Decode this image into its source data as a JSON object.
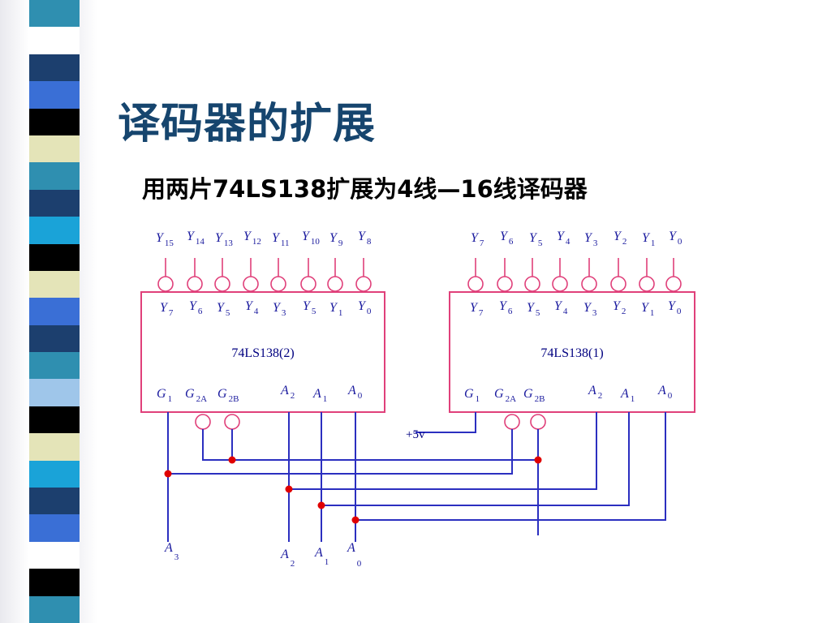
{
  "title": "译码器的扩展",
  "subtitle": "用两片74LS138扩展为4线—16线译码器",
  "colors": {
    "title": "#16456e",
    "chip_border": "#e0407a",
    "wire": "#2b2fc0",
    "junction": "#e00000",
    "pin_label": "#1a1a9e",
    "chip_label": "#000080"
  },
  "strip_colors": [
    "#2f8fb0",
    "#ffffff",
    "#1c3f6e",
    "#3a6fd6",
    "#000000",
    "#e4e4b8",
    "#2f8fb0",
    "#1c3f6e",
    "#1aa3d8",
    "#000000",
    "#e4e4b8",
    "#3a6fd6",
    "#1c3f6e",
    "#2f8fb0",
    "#9fc6ea",
    "#000000",
    "#e4e4b8",
    "#1aa3d8",
    "#1c3f6e",
    "#3a6fd6",
    "#ffffff",
    "#000000",
    "#2f8fb0"
  ],
  "chips": [
    {
      "id": "chip2",
      "label": "74LS138(2)",
      "outputs_outer": [
        {
          "s": "Y",
          "sub": "15"
        },
        {
          "s": "Y",
          "sub": "14"
        },
        {
          "s": "Y",
          "sub": "13"
        },
        {
          "s": "Y",
          "sub": "12"
        },
        {
          "s": "Y",
          "sub": "11"
        },
        {
          "s": "Y",
          "sub": "10"
        },
        {
          "s": "Y",
          "sub": "9"
        },
        {
          "s": "Y",
          "sub": "8"
        }
      ],
      "outputs_inner": [
        {
          "s": "Y",
          "sub": "7"
        },
        {
          "s": "Y",
          "sub": "6"
        },
        {
          "s": "Y",
          "sub": "5"
        },
        {
          "s": "Y",
          "sub": "4"
        },
        {
          "s": "Y",
          "sub": "3"
        },
        {
          "s": "Y",
          "sub": "5"
        },
        {
          "s": "Y",
          "sub": "1"
        },
        {
          "s": "Y",
          "sub": "0"
        }
      ],
      "inputs": [
        {
          "s": "G",
          "sub": "1"
        },
        {
          "s": "G",
          "sub": "2A"
        },
        {
          "s": "G",
          "sub": "2B"
        },
        {
          "s": "A",
          "sub": "2"
        },
        {
          "s": "A",
          "sub": "1"
        },
        {
          "s": "A",
          "sub": "0"
        }
      ]
    },
    {
      "id": "chip1",
      "label": "74LS138(1)",
      "outputs_outer": [
        {
          "s": "Y",
          "sub": "7"
        },
        {
          "s": "Y",
          "sub": "6"
        },
        {
          "s": "Y",
          "sub": "5"
        },
        {
          "s": "Y",
          "sub": "4"
        },
        {
          "s": "Y",
          "sub": "3"
        },
        {
          "s": "Y",
          "sub": "2"
        },
        {
          "s": "Y",
          "sub": "1"
        },
        {
          "s": "Y",
          "sub": "0"
        }
      ],
      "outputs_inner": [
        {
          "s": "Y",
          "sub": "7"
        },
        {
          "s": "Y",
          "sub": "6"
        },
        {
          "s": "Y",
          "sub": "5"
        },
        {
          "s": "Y",
          "sub": "4"
        },
        {
          "s": "Y",
          "sub": "3"
        },
        {
          "s": "Y",
          "sub": "2"
        },
        {
          "s": "Y",
          "sub": "1"
        },
        {
          "s": "Y",
          "sub": "0"
        }
      ],
      "inputs": [
        {
          "s": "G",
          "sub": "1"
        },
        {
          "s": "G",
          "sub": "2A"
        },
        {
          "s": "G",
          "sub": "2B"
        },
        {
          "s": "A",
          "sub": "2"
        },
        {
          "s": "A",
          "sub": "1"
        },
        {
          "s": "A",
          "sub": "0"
        }
      ]
    }
  ],
  "supply_label": "+5v",
  "external_inputs": [
    {
      "s": "A",
      "sub": "3"
    },
    {
      "s": "A",
      "sub": "2"
    },
    {
      "s": "A",
      "sub": "1"
    },
    {
      "s": "A",
      "sub": "0"
    }
  ]
}
